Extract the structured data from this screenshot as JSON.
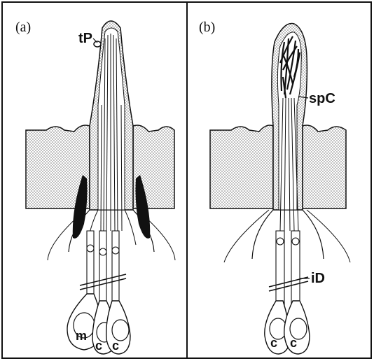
{
  "panels": [
    {
      "id": "a",
      "panel_label": "(a)",
      "labels": {
        "tip_pore": "tP",
        "cell_m": "m",
        "cell_c1": "c",
        "cell_c2": "c"
      }
    },
    {
      "id": "b",
      "panel_label": "(b)",
      "labels": {
        "spC": "spC",
        "iD": "iD",
        "cell_c1": "c",
        "cell_c2": "c"
      }
    }
  ],
  "colors": {
    "ink": "#111111",
    "stipple": "#8a8a8a",
    "background": "#ffffff"
  }
}
